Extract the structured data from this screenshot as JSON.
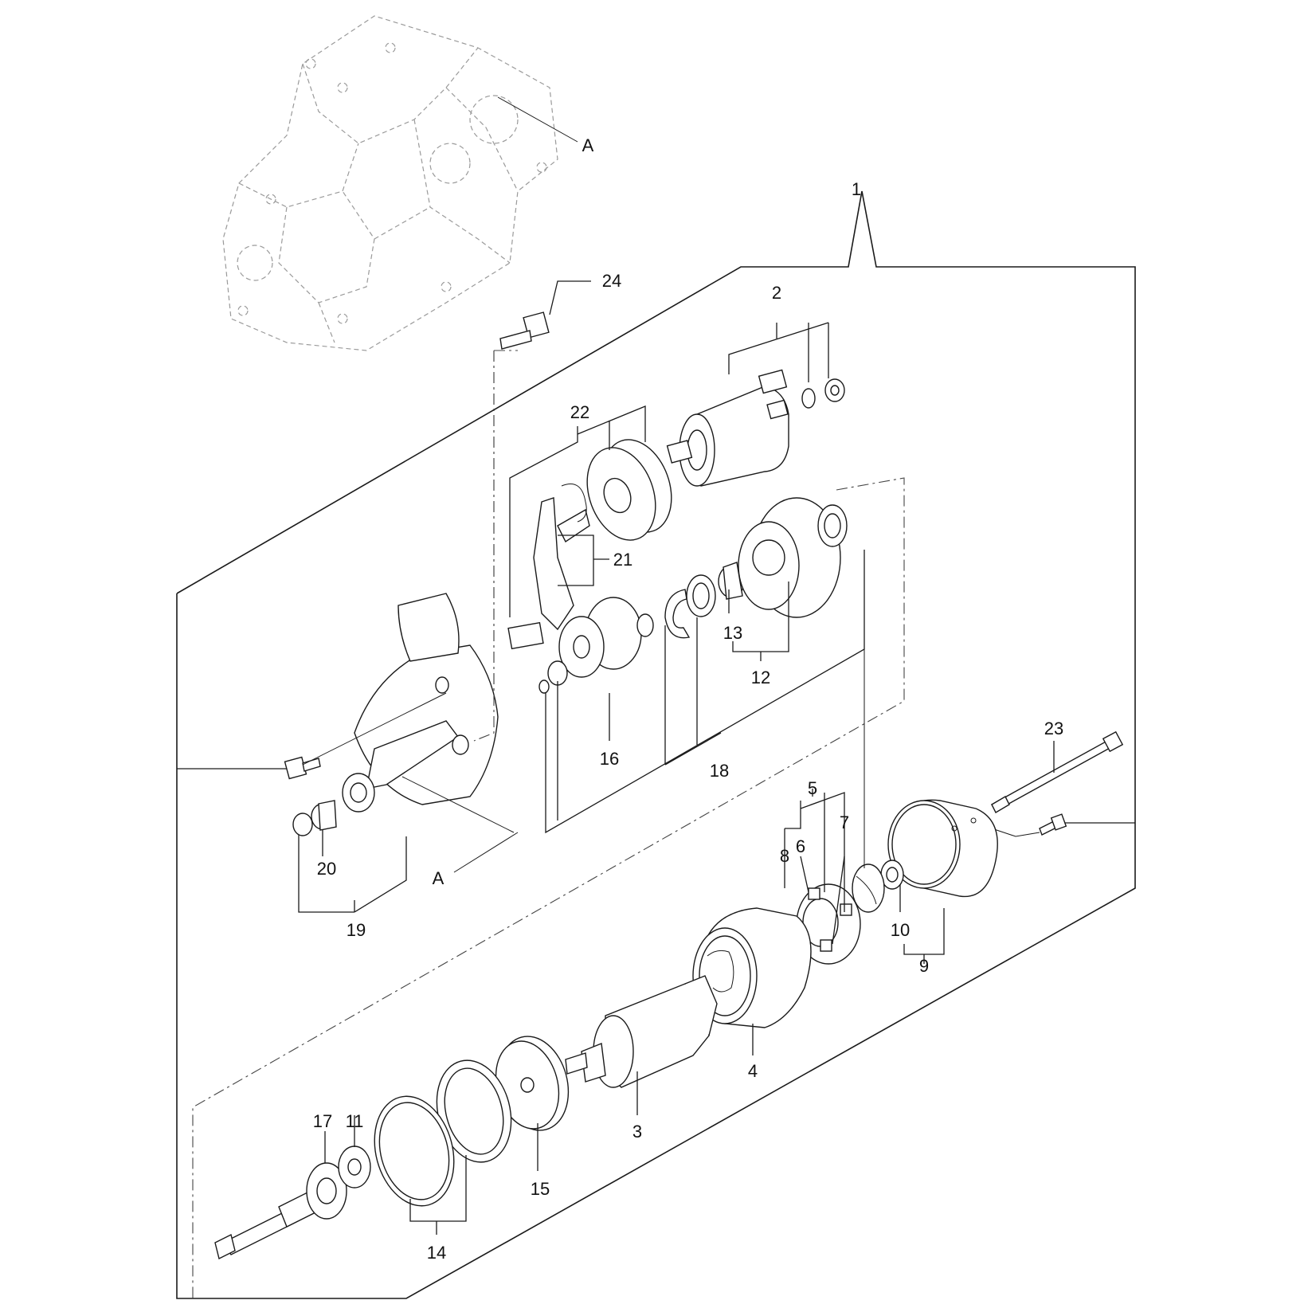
{
  "labels": {
    "c1": "1",
    "c2": "2",
    "c3": "3",
    "c4": "4",
    "c5": "5",
    "c6": "6",
    "c7": "7",
    "c8": "8",
    "c9": "9",
    "c10": "10",
    "c11": "11",
    "c12": "12",
    "c13": "13",
    "c14": "14",
    "c15": "15",
    "c16": "16",
    "c17": "17",
    "c18": "18",
    "c19": "19",
    "c20": "20",
    "c21": "21",
    "c22": "22",
    "c23": "23",
    "c24": "24",
    "ref_top": "A",
    "ref_bottom": "A"
  }
}
